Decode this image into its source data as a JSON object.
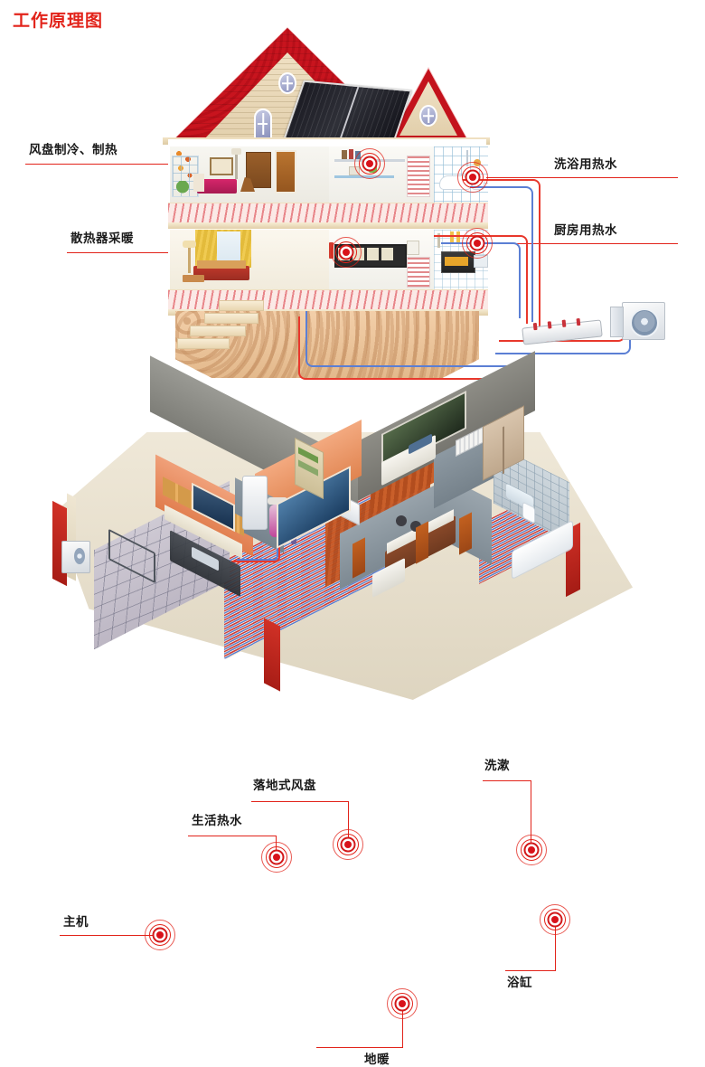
{
  "page": {
    "title": "工作原理图",
    "title_color": "#e2231a"
  },
  "diagrams": [
    {
      "id": "house-cutaway",
      "name": "房屋剖面工作原理图",
      "callouts": [
        {
          "id": "c1",
          "label": "风盘制冷、制热",
          "side": "left"
        },
        {
          "id": "c2",
          "label": "散热器采暖",
          "side": "left"
        },
        {
          "id": "c3",
          "label": "洗浴用热水",
          "side": "right"
        },
        {
          "id": "c4",
          "label": "厨房用热水",
          "side": "right"
        }
      ],
      "elements": [
        "红色屋顶",
        "太阳能集热板",
        "阁楼天窗",
        "地暖盘管",
        "分集水器",
        "室外主机",
        "卧室",
        "客厅",
        "卫生间",
        "厨房",
        "楼梯",
        "基础"
      ]
    },
    {
      "id": "apartment-iso",
      "name": "户型轴测工作原理图",
      "callouts": [
        {
          "id": "d1",
          "label": "生活热水",
          "side": "left"
        },
        {
          "id": "d2",
          "label": "落地式风盘",
          "side": "top"
        },
        {
          "id": "d3",
          "label": "洗漱",
          "side": "right"
        },
        {
          "id": "d4",
          "label": "主机",
          "side": "left"
        },
        {
          "id": "d5",
          "label": "浴缸",
          "side": "right"
        },
        {
          "id": "d6",
          "label": "地暖",
          "side": "bottom"
        }
      ],
      "elements": [
        "厨房",
        "客厅",
        "卧室",
        "卫生间",
        "地暖盘管",
        "热水箱",
        "落地式风盘",
        "电视",
        "沙发",
        "浴缸",
        "洗漱台"
      ]
    }
  ],
  "colors": {
    "accent_red": "#e2231a",
    "roof_red": "#c3121c",
    "pipe_hot": "#e8382c",
    "pipe_cold": "#5b7fd4",
    "wall_cream": "#efe0c3",
    "label_text": "#1a1a1a"
  }
}
